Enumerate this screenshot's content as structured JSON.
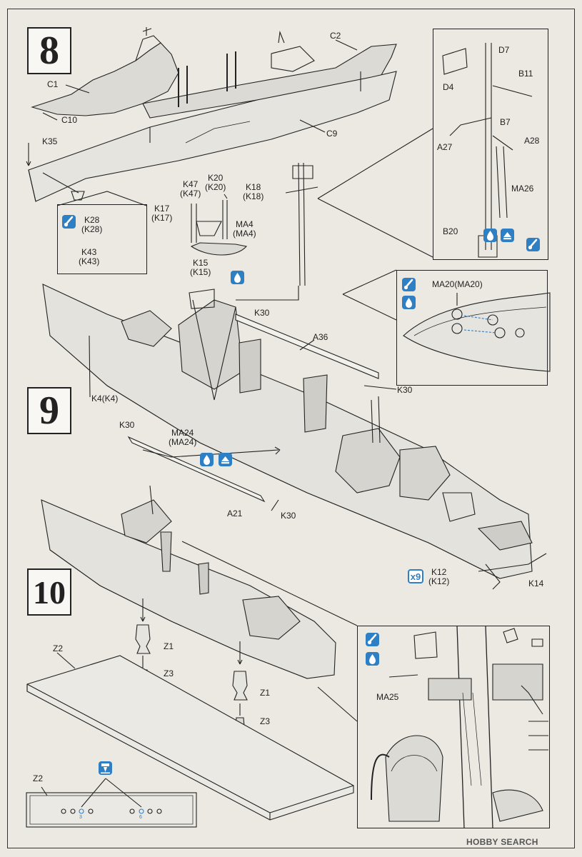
{
  "steps": {
    "s8": "8",
    "s9": "9",
    "s10": "10"
  },
  "labels": {
    "c1": "C1",
    "c10": "C10",
    "c2": "C2",
    "c9": "C9",
    "k35": "K35",
    "d7": "D7",
    "d4": "D4",
    "b11": "B11",
    "b7": "B7",
    "a27": "A27",
    "a28": "A28",
    "ma26": "MA26",
    "b20": "B20",
    "k28": "K28",
    "k28p": "(K28)",
    "k43": "K43",
    "k43p": "(K43)",
    "k47": "K47",
    "k47p": "(K47)",
    "k20": "K20",
    "k20p": "(K20)",
    "k18": "K18",
    "k18p": "(K18)",
    "k17": "K17",
    "k17p": "(K17)",
    "ma4": "MA4",
    "ma4p": "(MA4)",
    "k15": "K15",
    "k15p": "(K15)",
    "ma20": "MA20(MA20)",
    "k30a": "K30",
    "a36": "A36",
    "k30b": "K30",
    "k4": "K4(K4)",
    "k30c": "K30",
    "ma24": "MA24",
    "ma24p": "(MA24)",
    "a21": "A21",
    "k30d": "K30",
    "k12": "K12",
    "k12p": "(K12)",
    "k14": "K14",
    "x9": "x9",
    "z2a": "Z2",
    "z1a": "Z1",
    "z3a": "Z3",
    "z1b": "Z1",
    "z3b": "Z3",
    "z2b": "Z2",
    "hole3": "3",
    "hole6": "6",
    "ma25": "MA25"
  },
  "watermark": "HOBBY SEARCH",
  "icons": {
    "paint": "paint-brush-icon",
    "glue": "glue-drop-icon",
    "upward": "upward-arrow-icon",
    "drill": "drill-icon"
  },
  "colors": {
    "accent": "#2f7fc5",
    "line": "#222222",
    "hull": "#dcdad4"
  }
}
